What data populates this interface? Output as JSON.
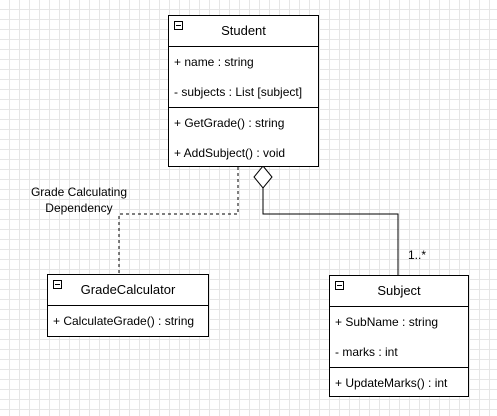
{
  "classes": {
    "student": {
      "name": "Student",
      "attributes": [
        "+ name : string",
        "- subjects : List [subject]"
      ],
      "methods": [
        "+ GetGrade() : string",
        "+ AddSubject() : void"
      ]
    },
    "grade_calculator": {
      "name": "GradeCalculator",
      "attributes": [],
      "methods": [
        "+ CalculateGrade() : string"
      ]
    },
    "subject": {
      "name": "Subject",
      "attributes": [
        "+ SubName : string",
        "- marks : int"
      ],
      "methods": [
        "+ UpdateMarks() : int"
      ]
    }
  },
  "relations": {
    "dependency": {
      "label_line1": "Grade Calculating",
      "label_line2": "Dependency"
    },
    "aggregation": {
      "multiplicity": "1..*"
    }
  }
}
